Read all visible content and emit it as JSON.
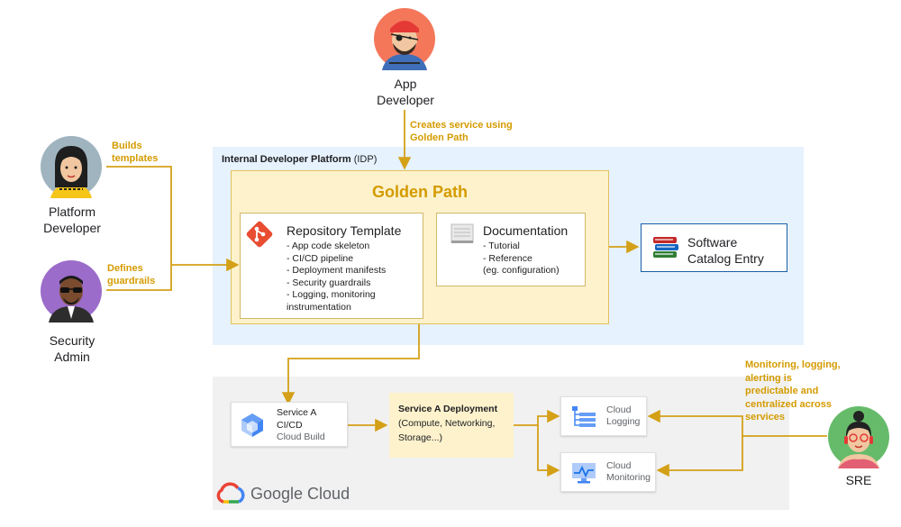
{
  "people": {
    "app_dev": {
      "label_line1": "App",
      "label_line2": "Developer"
    },
    "platform_dev": {
      "label_line1": "Platform",
      "label_line2": "Developer"
    },
    "security_admin": {
      "label_line1": "Security",
      "label_line2": "Admin"
    },
    "sre": {
      "label": "SRE"
    }
  },
  "annotations": {
    "creates_service": {
      "line1": "Creates service using",
      "line2": "Golden Path"
    },
    "builds_templates": {
      "line1": "Builds",
      "line2": "templates"
    },
    "defines_guardrails": {
      "line1": "Defines",
      "line2": "guardrails"
    },
    "monitoring_note": {
      "line1": "Monitoring, logging,",
      "line2": "alerting is",
      "line3": "predictable and",
      "line4": "centralized across",
      "line5": "services"
    }
  },
  "idp": {
    "label_bold": "Internal Developer Platform",
    "label_rest": " (IDP)"
  },
  "golden_path": {
    "title": "Golden Path",
    "repo": {
      "title": "Repository Template",
      "items": [
        "- App code skeleton",
        "- CI/CD pipeline",
        "- Deployment manifests",
        "- Security guardrails",
        "- Logging, monitoring",
        "instrumentation"
      ]
    },
    "docs": {
      "title": "Documentation",
      "items": [
        "- Tutorial",
        "- Reference",
        "(eg. configuration)"
      ]
    }
  },
  "catalog": {
    "line1": "Software",
    "line2": "Catalog Entry"
  },
  "gcp": {
    "service_a": {
      "line1": "Service A",
      "line2": "CI/CD",
      "line3": "Cloud Build"
    },
    "deployment": {
      "title": "Service A Deployment",
      "line2": "(Compute, Networking,",
      "line3": "Storage...)"
    },
    "logging": {
      "line1": "Cloud",
      "line2": "Logging"
    },
    "monitoring": {
      "line1": "Cloud",
      "line2": "Monitoring"
    },
    "brand": "Google Cloud"
  },
  "colors": {
    "accent": "#d49b00",
    "arrow": "#d4a017",
    "idp_bg": "#e6f2fd",
    "gcp_bg": "#f1f1f1",
    "golden_bg": "#fdf2cc",
    "catalog_border": "#1a5fa8"
  }
}
